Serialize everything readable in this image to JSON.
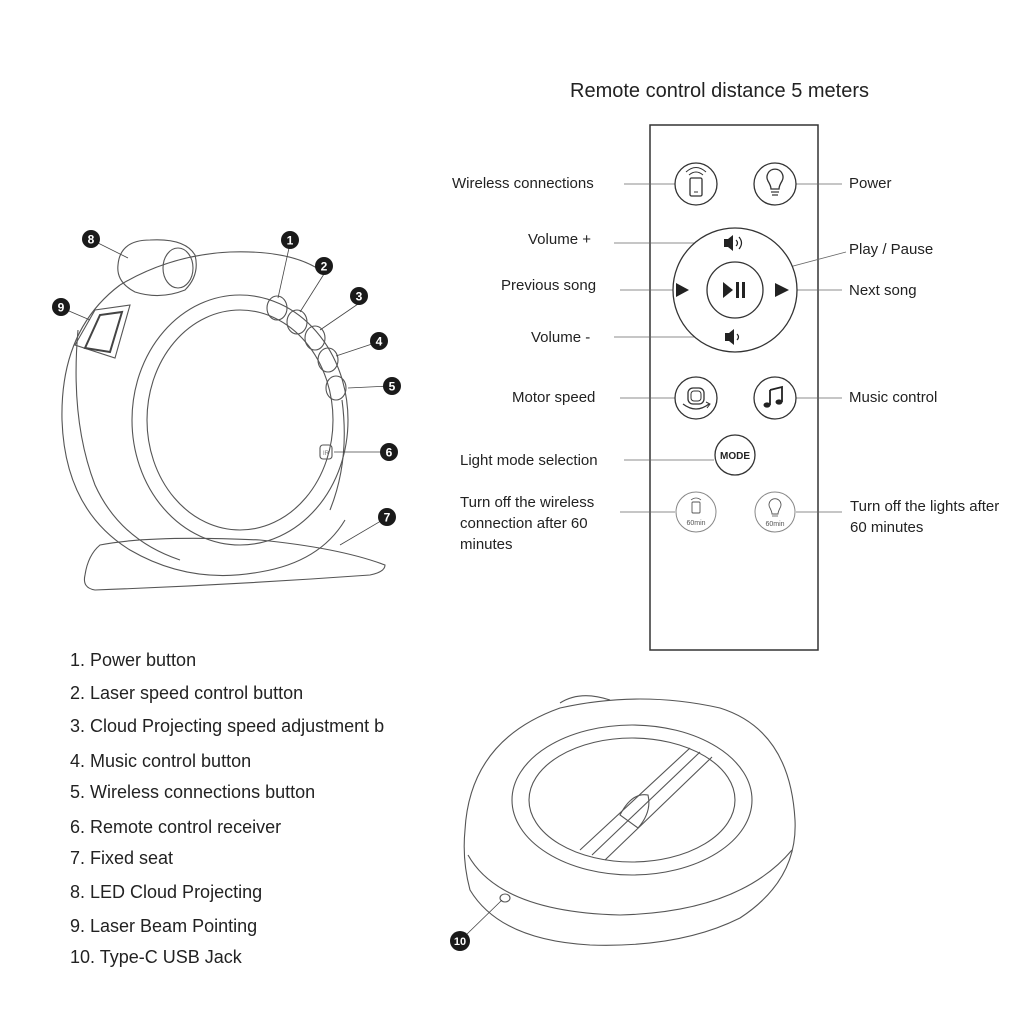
{
  "remote": {
    "title": "Remote control distance 5 meters",
    "labels": {
      "wireless": "Wireless connections",
      "power": "Power",
      "volume_up": "Volume +",
      "play_pause": "Play / Pause",
      "previous": "Previous song",
      "next": "Next song",
      "volume_down": "Volume -",
      "motor_speed": "Motor speed",
      "music_control": "Music control",
      "light_mode": "Light mode selection",
      "wireless_off": "Turn off the wireless connection after 60 minutes",
      "lights_off": "Turn off the lights after 60 minutes"
    },
    "button_text": {
      "mode": "MODE",
      "timer_left": "60min",
      "timer_right": "60min"
    }
  },
  "device": {
    "callouts": [
      "1",
      "2",
      "3",
      "4",
      "5",
      "6",
      "7",
      "8",
      "9",
      "10"
    ],
    "receiver_mark": "IR"
  },
  "legend": [
    "1. Power button",
    "2. Laser speed control button",
    "3. Cloud Projecting speed adjustment b",
    "4. Music control button",
    "5. Wireless connections button",
    "6. Remote control receiver",
    "7. Fixed seat",
    "8. LED Cloud Projecting",
    "9. Laser Beam Pointing",
    "10. Type-C USB Jack"
  ]
}
